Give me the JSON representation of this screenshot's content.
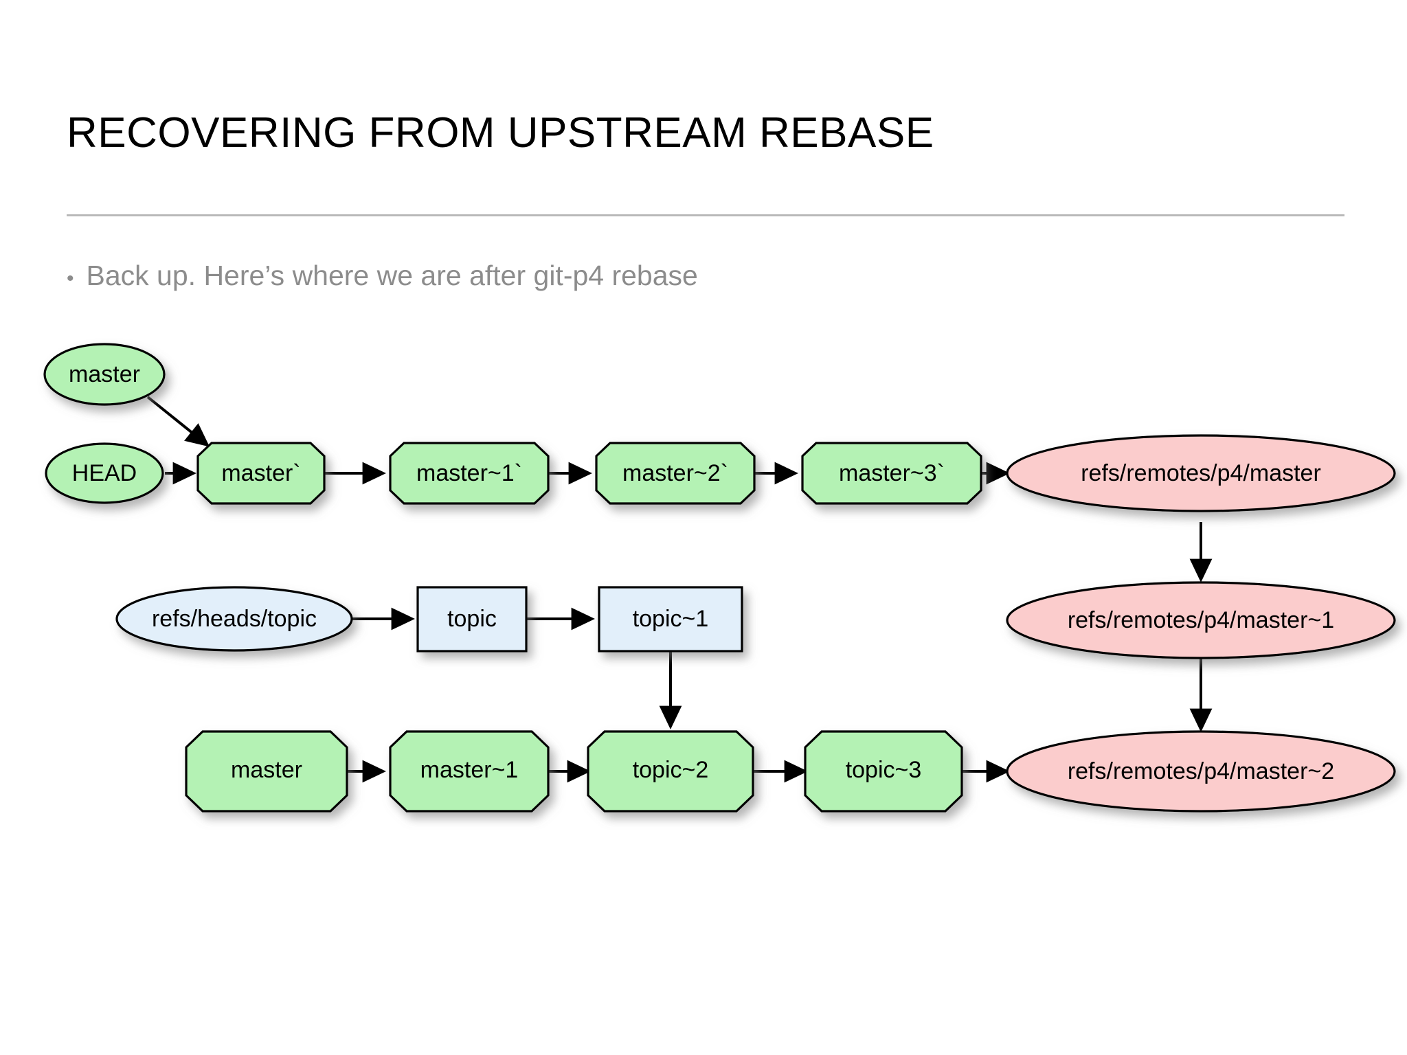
{
  "slide": {
    "title": "RECOVERING FROM UPSTREAM REBASE",
    "bullet_marker": "•",
    "bullet_text": "Back up.  Here’s where we are after git-p4 rebase"
  },
  "colors": {
    "background": "#ffffff",
    "title_text": "#000000",
    "rule": "#b9b9b9",
    "bullet_text": "#8c8c8c",
    "node_green": "#b4f2b4",
    "node_pink": "#fbcccc",
    "node_blue": "#e2effa",
    "node_stroke": "#000000",
    "edge": "#000000"
  },
  "diagram": {
    "type": "git-commit-graph",
    "rows": [
      {
        "name": "rebased-master-row",
        "nodes": [
          {
            "id": "ref-master-top",
            "label": "master",
            "shape": "ellipse",
            "color": "green"
          },
          {
            "id": "ref-head",
            "label": "HEAD",
            "shape": "ellipse",
            "color": "green"
          },
          {
            "id": "commit-master-prime",
            "label": "master`",
            "shape": "octagon",
            "color": "green"
          },
          {
            "id": "commit-master-1-prime",
            "label": "master~1`",
            "shape": "octagon",
            "color": "green"
          },
          {
            "id": "commit-master-2-prime",
            "label": "master~2`",
            "shape": "octagon",
            "color": "green"
          },
          {
            "id": "commit-master-3-prime",
            "label": "master~3`",
            "shape": "octagon",
            "color": "green"
          },
          {
            "id": "ref-p4-master",
            "label": "refs/remotes/p4/master",
            "shape": "ellipse",
            "color": "pink"
          }
        ]
      },
      {
        "name": "topic-row",
        "nodes": [
          {
            "id": "ref-heads-topic",
            "label": "refs/heads/topic",
            "shape": "ellipse",
            "color": "blue"
          },
          {
            "id": "commit-topic",
            "label": "topic",
            "shape": "rect",
            "color": "blue"
          },
          {
            "id": "commit-topic-1",
            "label": "topic~1",
            "shape": "rect",
            "color": "blue"
          },
          {
            "id": "ref-p4-master-1",
            "label": "refs/remotes/p4/master~1",
            "shape": "ellipse",
            "color": "pink"
          }
        ]
      },
      {
        "name": "original-master-row",
        "nodes": [
          {
            "id": "commit-master",
            "label": "master",
            "shape": "octagon",
            "color": "green"
          },
          {
            "id": "commit-master-1",
            "label": "master~1",
            "shape": "octagon",
            "color": "green"
          },
          {
            "id": "commit-topic-2",
            "label": "topic~2",
            "shape": "octagon",
            "color": "green"
          },
          {
            "id": "commit-topic-3",
            "label": "topic~3",
            "shape": "octagon",
            "color": "green"
          },
          {
            "id": "ref-p4-master-2",
            "label": "refs/remotes/p4/master~2",
            "shape": "ellipse",
            "color": "pink"
          }
        ]
      }
    ],
    "edges": [
      {
        "from": "ref-master-top",
        "to": "commit-master-prime"
      },
      {
        "from": "ref-head",
        "to": "commit-master-prime"
      },
      {
        "from": "commit-master-prime",
        "to": "commit-master-1-prime"
      },
      {
        "from": "commit-master-1-prime",
        "to": "commit-master-2-prime"
      },
      {
        "from": "commit-master-2-prime",
        "to": "commit-master-3-prime"
      },
      {
        "from": "commit-master-3-prime",
        "to": "ref-p4-master"
      },
      {
        "from": "ref-p4-master",
        "to": "ref-p4-master-1"
      },
      {
        "from": "ref-heads-topic",
        "to": "commit-topic"
      },
      {
        "from": "commit-topic",
        "to": "commit-topic-1"
      },
      {
        "from": "commit-topic-1",
        "to": "commit-topic-2"
      },
      {
        "from": "ref-p4-master-1",
        "to": "ref-p4-master-2"
      },
      {
        "from": "commit-master",
        "to": "commit-master-1"
      },
      {
        "from": "commit-master-1",
        "to": "commit-topic-2"
      },
      {
        "from": "commit-topic-2",
        "to": "commit-topic-3"
      },
      {
        "from": "commit-topic-3",
        "to": "ref-p4-master-2"
      }
    ]
  }
}
